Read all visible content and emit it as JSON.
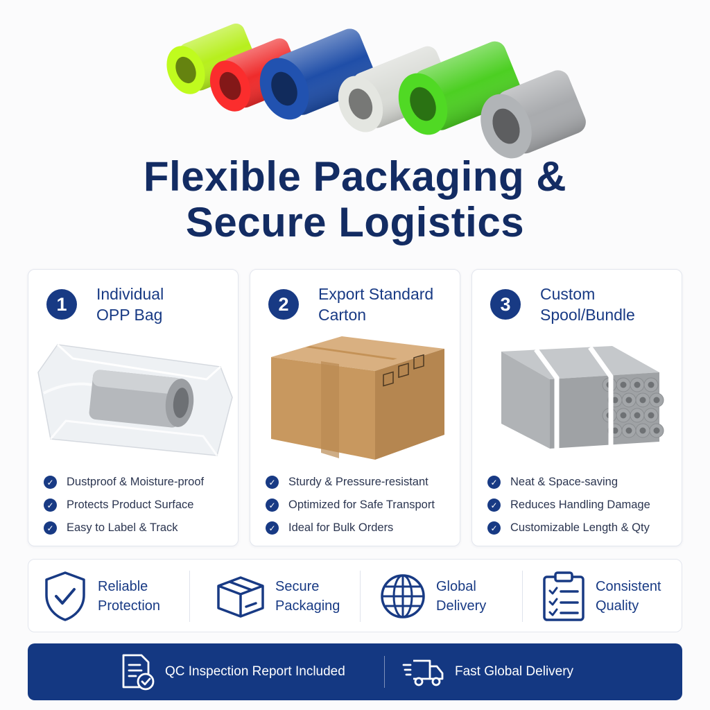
{
  "title": {
    "line1": "Flexible Packaging &",
    "line2": "Secure Logistics"
  },
  "tube_colors": [
    "#b7ef1d",
    "#ef2b2b",
    "#1f4ea8",
    "#d9dbd6",
    "#4ccf22",
    "#a9abae"
  ],
  "cards": [
    {
      "number": "1",
      "title_line1": "Individual",
      "title_line2": "OPP Bag",
      "bullets": [
        "Dustproof & Moisture-proof",
        "Protects Product Surface",
        "Easy to Label & Track"
      ]
    },
    {
      "number": "2",
      "title_line1": "Export Standard",
      "title_line2": "Carton",
      "bullets": [
        "Sturdy & Pressure-resistant",
        "Optimized for Safe Transport",
        "Ideal for Bulk Orders"
      ]
    },
    {
      "number": "3",
      "title_line1": "Custom",
      "title_line2": "Spool/Bundle",
      "bullets": [
        "Neat & Space-saving",
        "Reduces Handling Damage",
        "Customizable Length & Qty"
      ]
    }
  ],
  "features": [
    {
      "icon": "shield-check-icon",
      "line1": "Reliable",
      "line2": "Protection"
    },
    {
      "icon": "box-icon",
      "line1": "Secure",
      "line2": "Packaging"
    },
    {
      "icon": "globe-icon",
      "line1": "Global",
      "line2": "Delivery"
    },
    {
      "icon": "clipboard-checklist-icon",
      "line1": "Consistent",
      "line2": "Quality"
    }
  ],
  "banner": {
    "left": {
      "icon": "report-check-icon",
      "text": "QC Inspection Report Included"
    },
    "right": {
      "icon": "delivery-truck-icon",
      "text": "Fast Global Delivery"
    }
  },
  "colors": {
    "brand_navy": "#183a84",
    "banner": "#143882",
    "title": "#132c63"
  }
}
